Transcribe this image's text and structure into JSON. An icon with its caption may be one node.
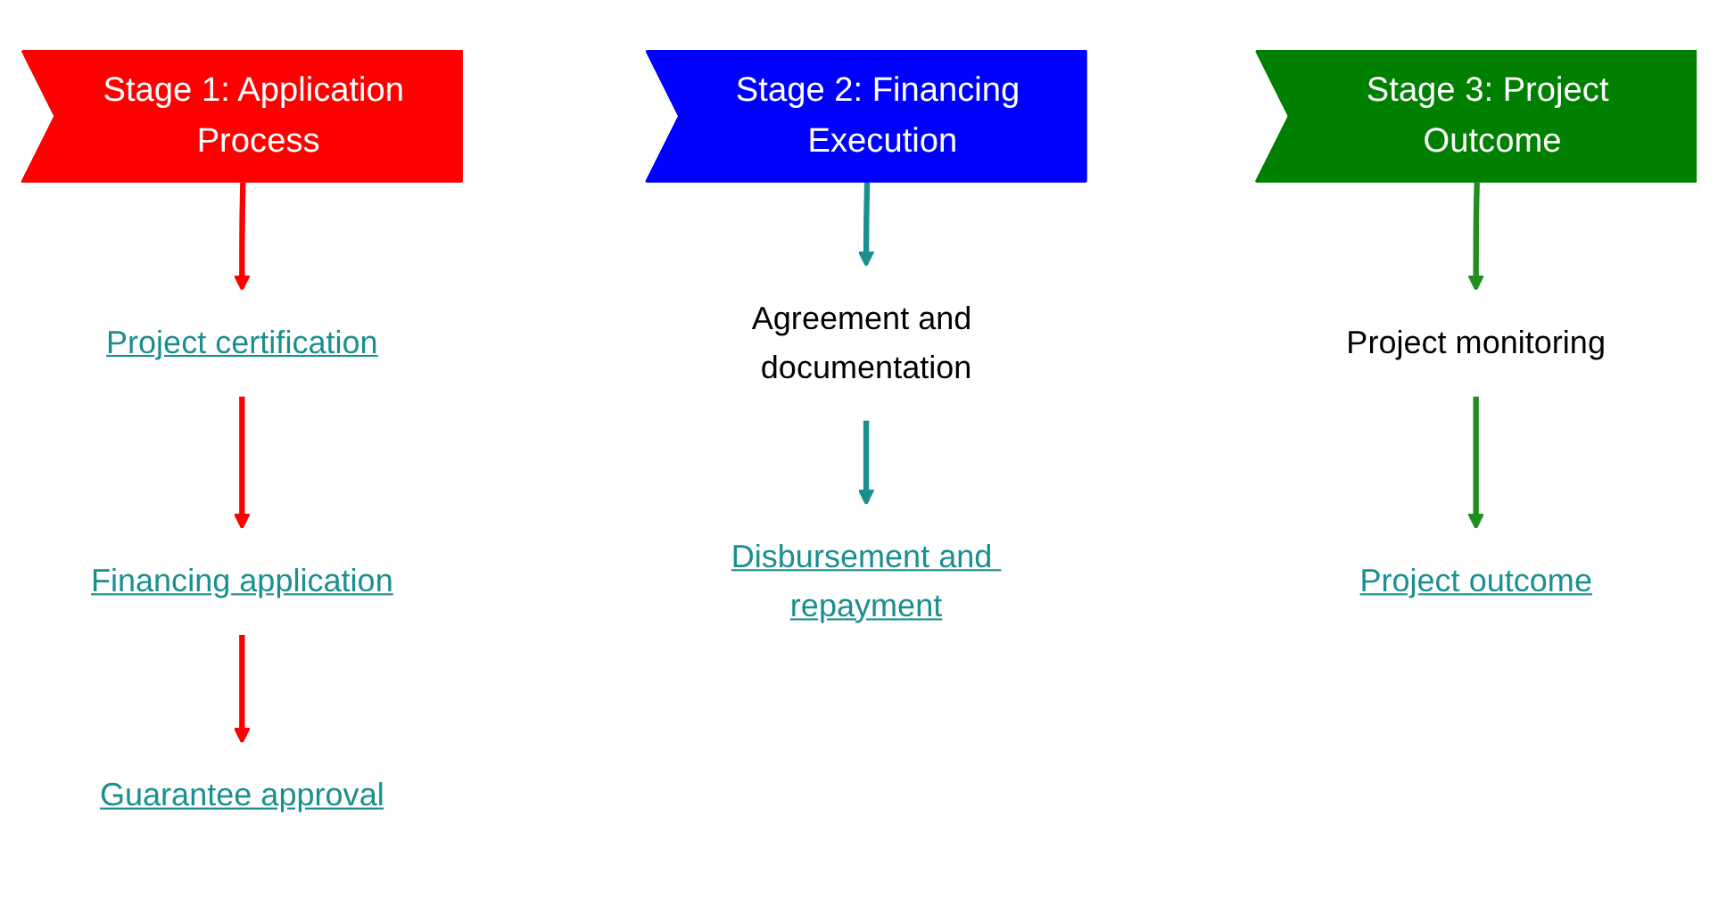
{
  "diagram": {
    "nodes": [
      {
        "text": [
          "Stage 1: Application Process"
        ]
      },
      {
        "text": [
          "Stage 2: Financing Execution"
        ]
      },
      {
        "text": [
          "Stage 3: Project Outcome"
        ]
      },
      {
        "text": [
          "Project certification"
        ]
      },
      {
        "text": [
          "Financing application"
        ]
      },
      {
        "text": [
          "Guarantee approval"
        ]
      },
      {
        "text": [
          "Agreement and documentation"
        ]
      },
      {
        "text": [
          "Disbursement and repayment"
        ]
      },
      {
        "text": [
          "Project monitoring"
        ]
      },
      {
        "text": [
          "Project outcome"
        ]
      }
    ],
    "edges": [
      {
        "from": 0,
        "to": 3,
        "arrow": "to",
        "color": "#ff0000"
      },
      {
        "from": 3,
        "to": 4,
        "arrow": "to",
        "color": "#ff0000"
      },
      {
        "from": 4,
        "to": 5,
        "arrow": "to",
        "color": "#ff0000"
      },
      {
        "from": 1,
        "to": 6,
        "arrow": "to",
        "color": "#1a8f8f"
      },
      {
        "from": 6,
        "to": 7,
        "arrow": "to",
        "color": "#1a8f8f"
      },
      {
        "from": 2,
        "to": 8,
        "arrow": "to",
        "color": "#1f8f1f"
      },
      {
        "from": 8,
        "to": 9,
        "arrow": "to",
        "color": "#1f8f1f"
      }
    ]
  }
}
